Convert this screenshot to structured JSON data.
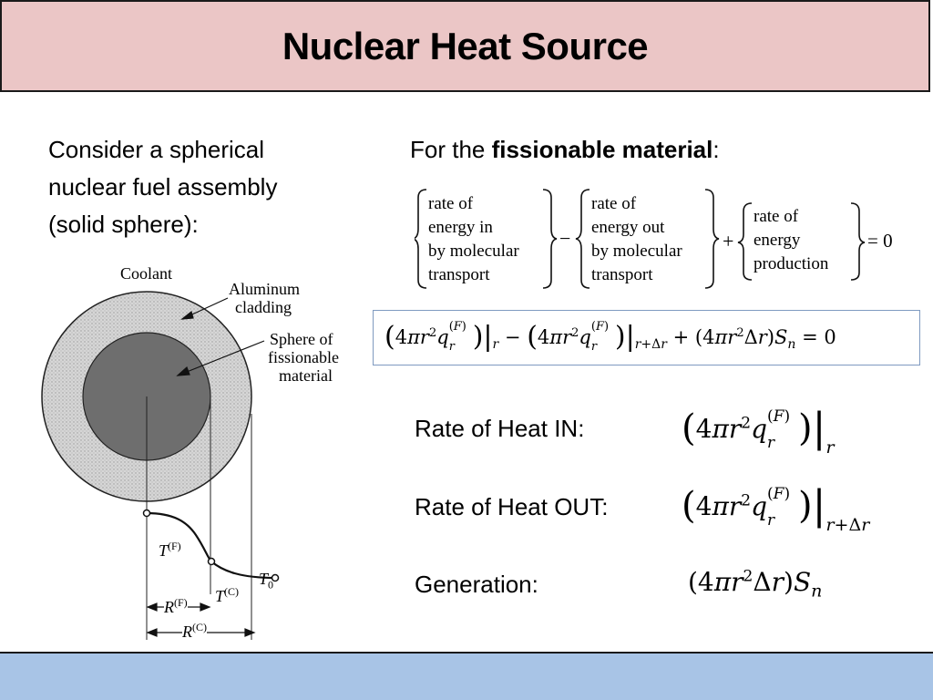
{
  "title": "Nuclear Heat Source",
  "intro": {
    "line1": "Consider a spherical",
    "line2": "nuclear fuel assembly",
    "line3": "(solid sphere):"
  },
  "fissionable": {
    "prefix": "For the ",
    "bold": "fissionable material",
    "suffix": ":"
  },
  "word_equation": {
    "term1": [
      "rate of",
      "energy in",
      "by molecular",
      "transport"
    ],
    "minus": "−",
    "term2": [
      "rate of",
      "energy out",
      "by molecular",
      "transport"
    ],
    "plus": "+",
    "term3": [
      "rate of",
      "energy",
      "production"
    ],
    "equals_zero": "= 0"
  },
  "diagram": {
    "coolant": "Coolant",
    "cladding_line1": "Aluminum",
    "cladding_line2": "cladding",
    "sphere_line1": "Sphere of",
    "sphere_line2": "fissionable",
    "sphere_line3": "material",
    "t_f": "T",
    "t_f_sup": "(F)",
    "t_c": "T",
    "t_c_sup": "(C)",
    "t_0": "T",
    "t_0_sub": "0",
    "r_f": "R",
    "r_f_sup": "(F)",
    "r_c": "R",
    "r_c_sup": "(C)"
  },
  "rows": {
    "heat_in_label": "Rate of Heat IN:",
    "heat_out_label": "Rate of Heat OUT:",
    "generation_label": "Generation:"
  }
}
